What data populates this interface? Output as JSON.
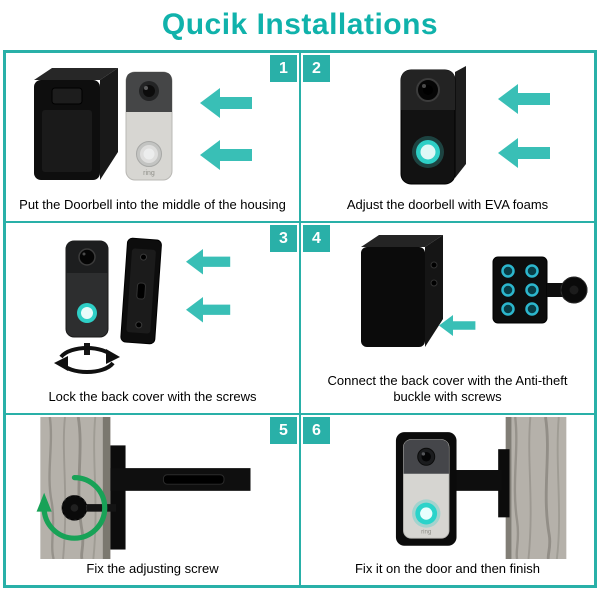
{
  "title": "Qucik Installations",
  "device_logo": "ring",
  "colors": {
    "accent_teal": "#29b0a8",
    "title_teal": "#10b2ab",
    "arrow_teal": "#39bfb6",
    "screw_arrow_green": "#18a257",
    "buckle_hole_blue": "#2cb6cd",
    "badge_text": "#ffffff"
  },
  "steps": [
    {
      "number": "1",
      "caption": "Put the Doorbell into the middle of the housing"
    },
    {
      "number": "2",
      "caption": "Adjust the doorbell with EVA foams"
    },
    {
      "number": "3",
      "caption": "Lock the back cover with the screws"
    },
    {
      "number": "4",
      "caption": "Connect the back cover with the Anti-theft buckle with screws"
    },
    {
      "number": "5",
      "caption": "Fix the adjusting screw"
    },
    {
      "number": "6",
      "caption": "Fix it on the door and then finish"
    }
  ]
}
